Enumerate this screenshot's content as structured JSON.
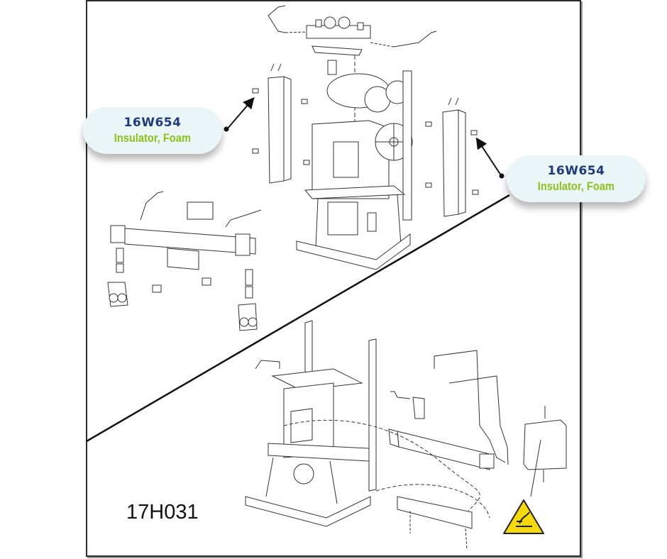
{
  "diagram": {
    "id_label": "17H031",
    "callouts": [
      {
        "part_number": "16W654",
        "description": "Insulator, Foam",
        "side": "left"
      },
      {
        "part_number": "16W654",
        "description": "Insulator, Foam",
        "side": "right"
      }
    ],
    "warning_symbol": "hot-surface-warning",
    "colors": {
      "part_number": "#1f3a7a",
      "description": "#8cc21c",
      "callout_bg": "#eaf5f7",
      "warning_yellow": "#f5d90a"
    }
  }
}
